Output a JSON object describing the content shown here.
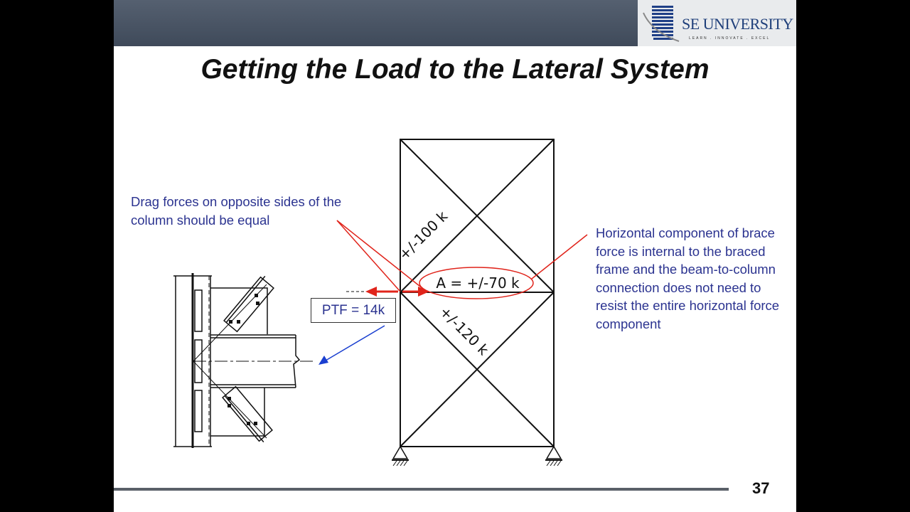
{
  "slide": {
    "title": "Getting the Load to the Lateral System",
    "page_number": "37"
  },
  "logo": {
    "name": "SE UNIVERSITY",
    "tagline": "LEARN . INNOVATE . EXCEL"
  },
  "annotations": {
    "drag_note": "Drag forces on opposite sides of the column should be equal",
    "horizontal_note": "Horizontal component of brace force is internal to the braced frame and the beam-to-column connection does not need to resist the entire horizontal force component",
    "ptf_label": "PTF = 14k"
  },
  "diagram": {
    "upper_brace_force": "+/-100 k",
    "lower_brace_force": "+/-120 k",
    "beam_force": "A = +/-70 k"
  },
  "colors": {
    "accent_red": "#e0241b",
    "text_blue": "#2b3390",
    "arrow_blue": "#1a3fd0"
  }
}
